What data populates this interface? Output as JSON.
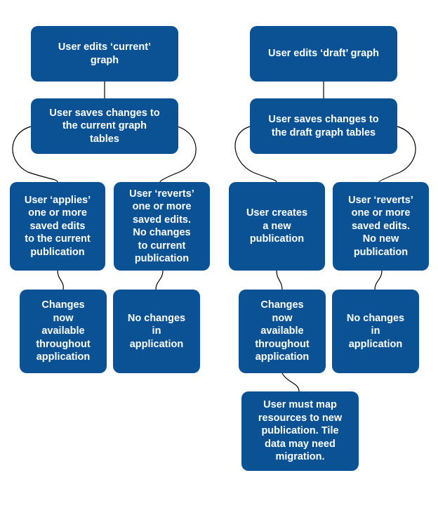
{
  "diagram": {
    "current_flow": {
      "edit_node": "User edits ‘current’\ngraph",
      "save_node": "User saves changes to\nthe current graph\ntables",
      "apply_node": "User ‘applies’\none or more\nsaved edits\nto the current\npublication",
      "revert_node": "User ‘reverts’\none or more\nsaved edits.\nNo changes\nto current\npublication",
      "available_node": "Changes\nnow\navailable\nthroughout\napplication",
      "no_change_node": "No changes\nin\napplication"
    },
    "draft_flow": {
      "edit_node": "User edits ‘draft’ graph",
      "save_node": "User saves changes to\nthe draft graph tables",
      "create_node": "User creates\na new\npublication",
      "revert_node": "User ‘reverts’\none or more\nsaved edits.\nNo new\npublication",
      "available_node": "Changes\nnow\navailable\nthroughout\napplication",
      "no_change_node": "No changes\nin\napplication",
      "map_node": "User must map\nresources to new\npublication. Tile\ndata may need\nmigration."
    },
    "colors": {
      "node_fill": "#0a5294",
      "node_text": "#ffffff",
      "connector": "#000000"
    }
  }
}
